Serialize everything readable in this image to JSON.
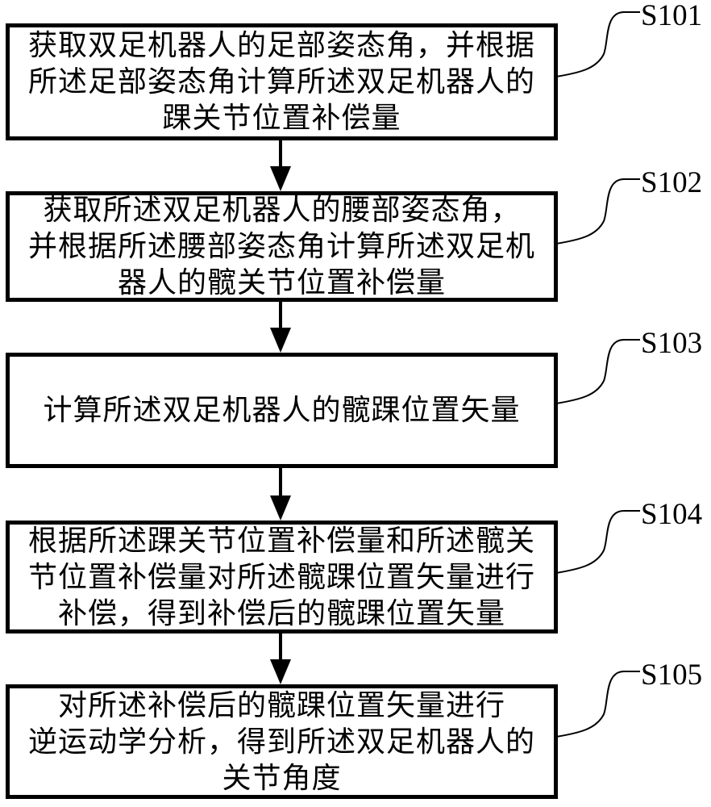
{
  "colors": {
    "ink": "#000000",
    "background": "#ffffff"
  },
  "steps": [
    {
      "id": "S101",
      "lines": [
        "获取双足机器人的足部姿态角，并根据",
        "所述足部姿态角计算所述双足机器人的",
        "踝关节位置补偿量"
      ]
    },
    {
      "id": "S102",
      "lines": [
        "获取所述双足机器人的腰部姿态角，",
        "并根据所述腰部姿态角计算所述双足机",
        "器人的髋关节位置补偿量"
      ]
    },
    {
      "id": "S103",
      "lines": [
        "计算所述双足机器人的髋踝位置矢量"
      ]
    },
    {
      "id": "S104",
      "lines": [
        "根据所述踝关节位置补偿量和所述髋关",
        "节位置补偿量对所述髋踝位置矢量进行",
        "补偿，得到补偿后的髋踝位置矢量"
      ]
    },
    {
      "id": "S105",
      "lines": [
        "对所述补偿后的髋踝位置矢量进行",
        "逆运动学分析，得到所述双足机器人的",
        "关节角度"
      ]
    }
  ]
}
